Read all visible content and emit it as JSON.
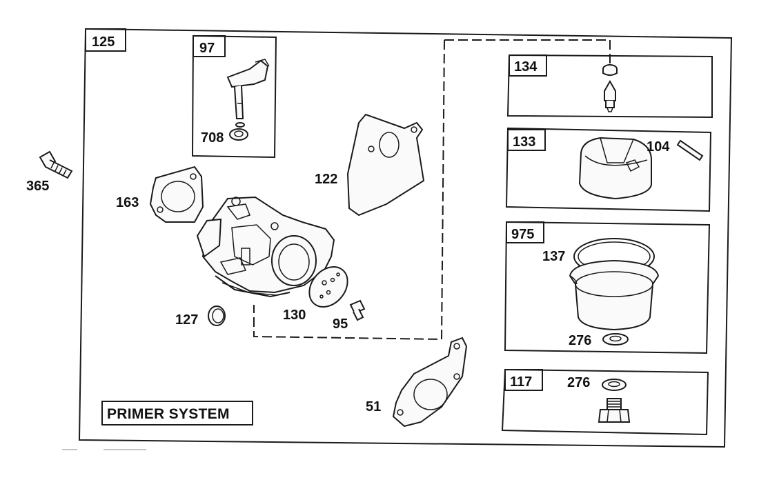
{
  "diagram": {
    "main_box_number": "125",
    "caption": "PRIMER SYSTEM",
    "boxes": [
      {
        "id": "box-97",
        "number": "97"
      },
      {
        "id": "box-134",
        "number": "134"
      },
      {
        "id": "box-133",
        "number": "133"
      },
      {
        "id": "box-975",
        "number": "975"
      },
      {
        "id": "box-117",
        "number": "117"
      }
    ],
    "callouts": {
      "p708": "708",
      "p365": "365",
      "p163": "163",
      "p122": "122",
      "p127": "127",
      "p130": "130",
      "p95": "95",
      "p51": "51",
      "p104": "104",
      "p137": "137",
      "p276a": "276",
      "p276b": "276"
    }
  },
  "colors": {
    "ink": "#1a1a1a",
    "paper": "#ffffff"
  }
}
